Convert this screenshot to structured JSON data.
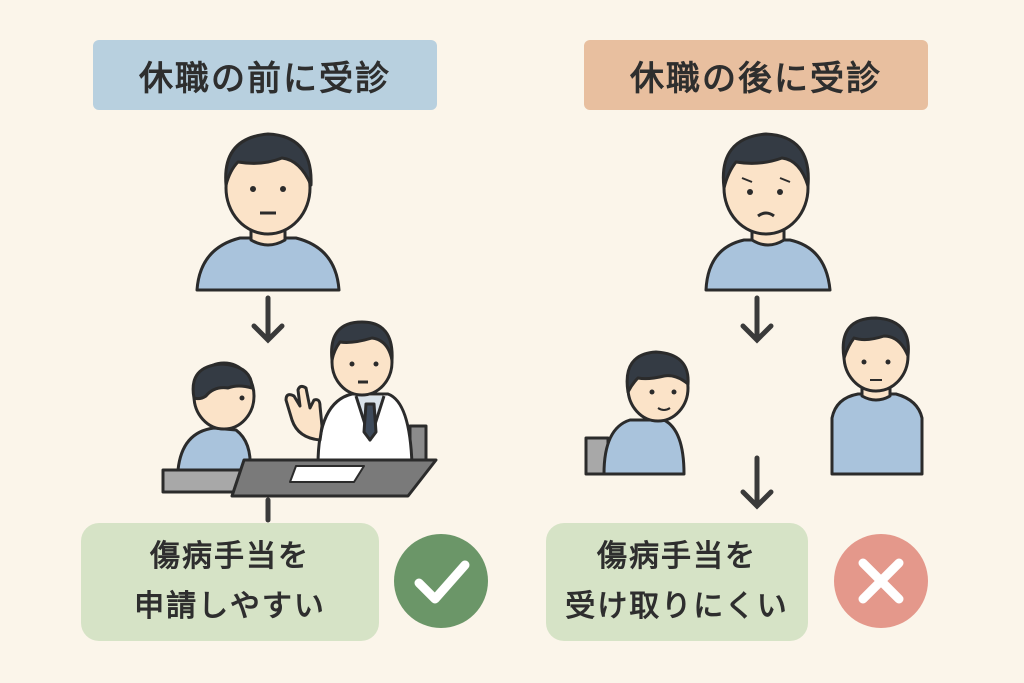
{
  "left_panel": {
    "title": "休職の前に受診",
    "result_line1": "傷病手当を",
    "result_line2": "申請しやすい",
    "result_icon": "check-icon",
    "result_color": "#6b9668"
  },
  "right_panel": {
    "title": "休職の後に受診",
    "result_line1": "傷病手当を",
    "result_line2": "受け取りにくい",
    "result_icon": "cross-icon",
    "result_color": "#e4988b"
  },
  "colors": {
    "background": "#fbf5ea",
    "title_left": "#b8d0df",
    "title_right": "#e8bf9f",
    "result_box": "#d6e3c6",
    "shirt": "#a9c3dc",
    "skin": "#fbe3c8",
    "hair": "#343b44"
  }
}
